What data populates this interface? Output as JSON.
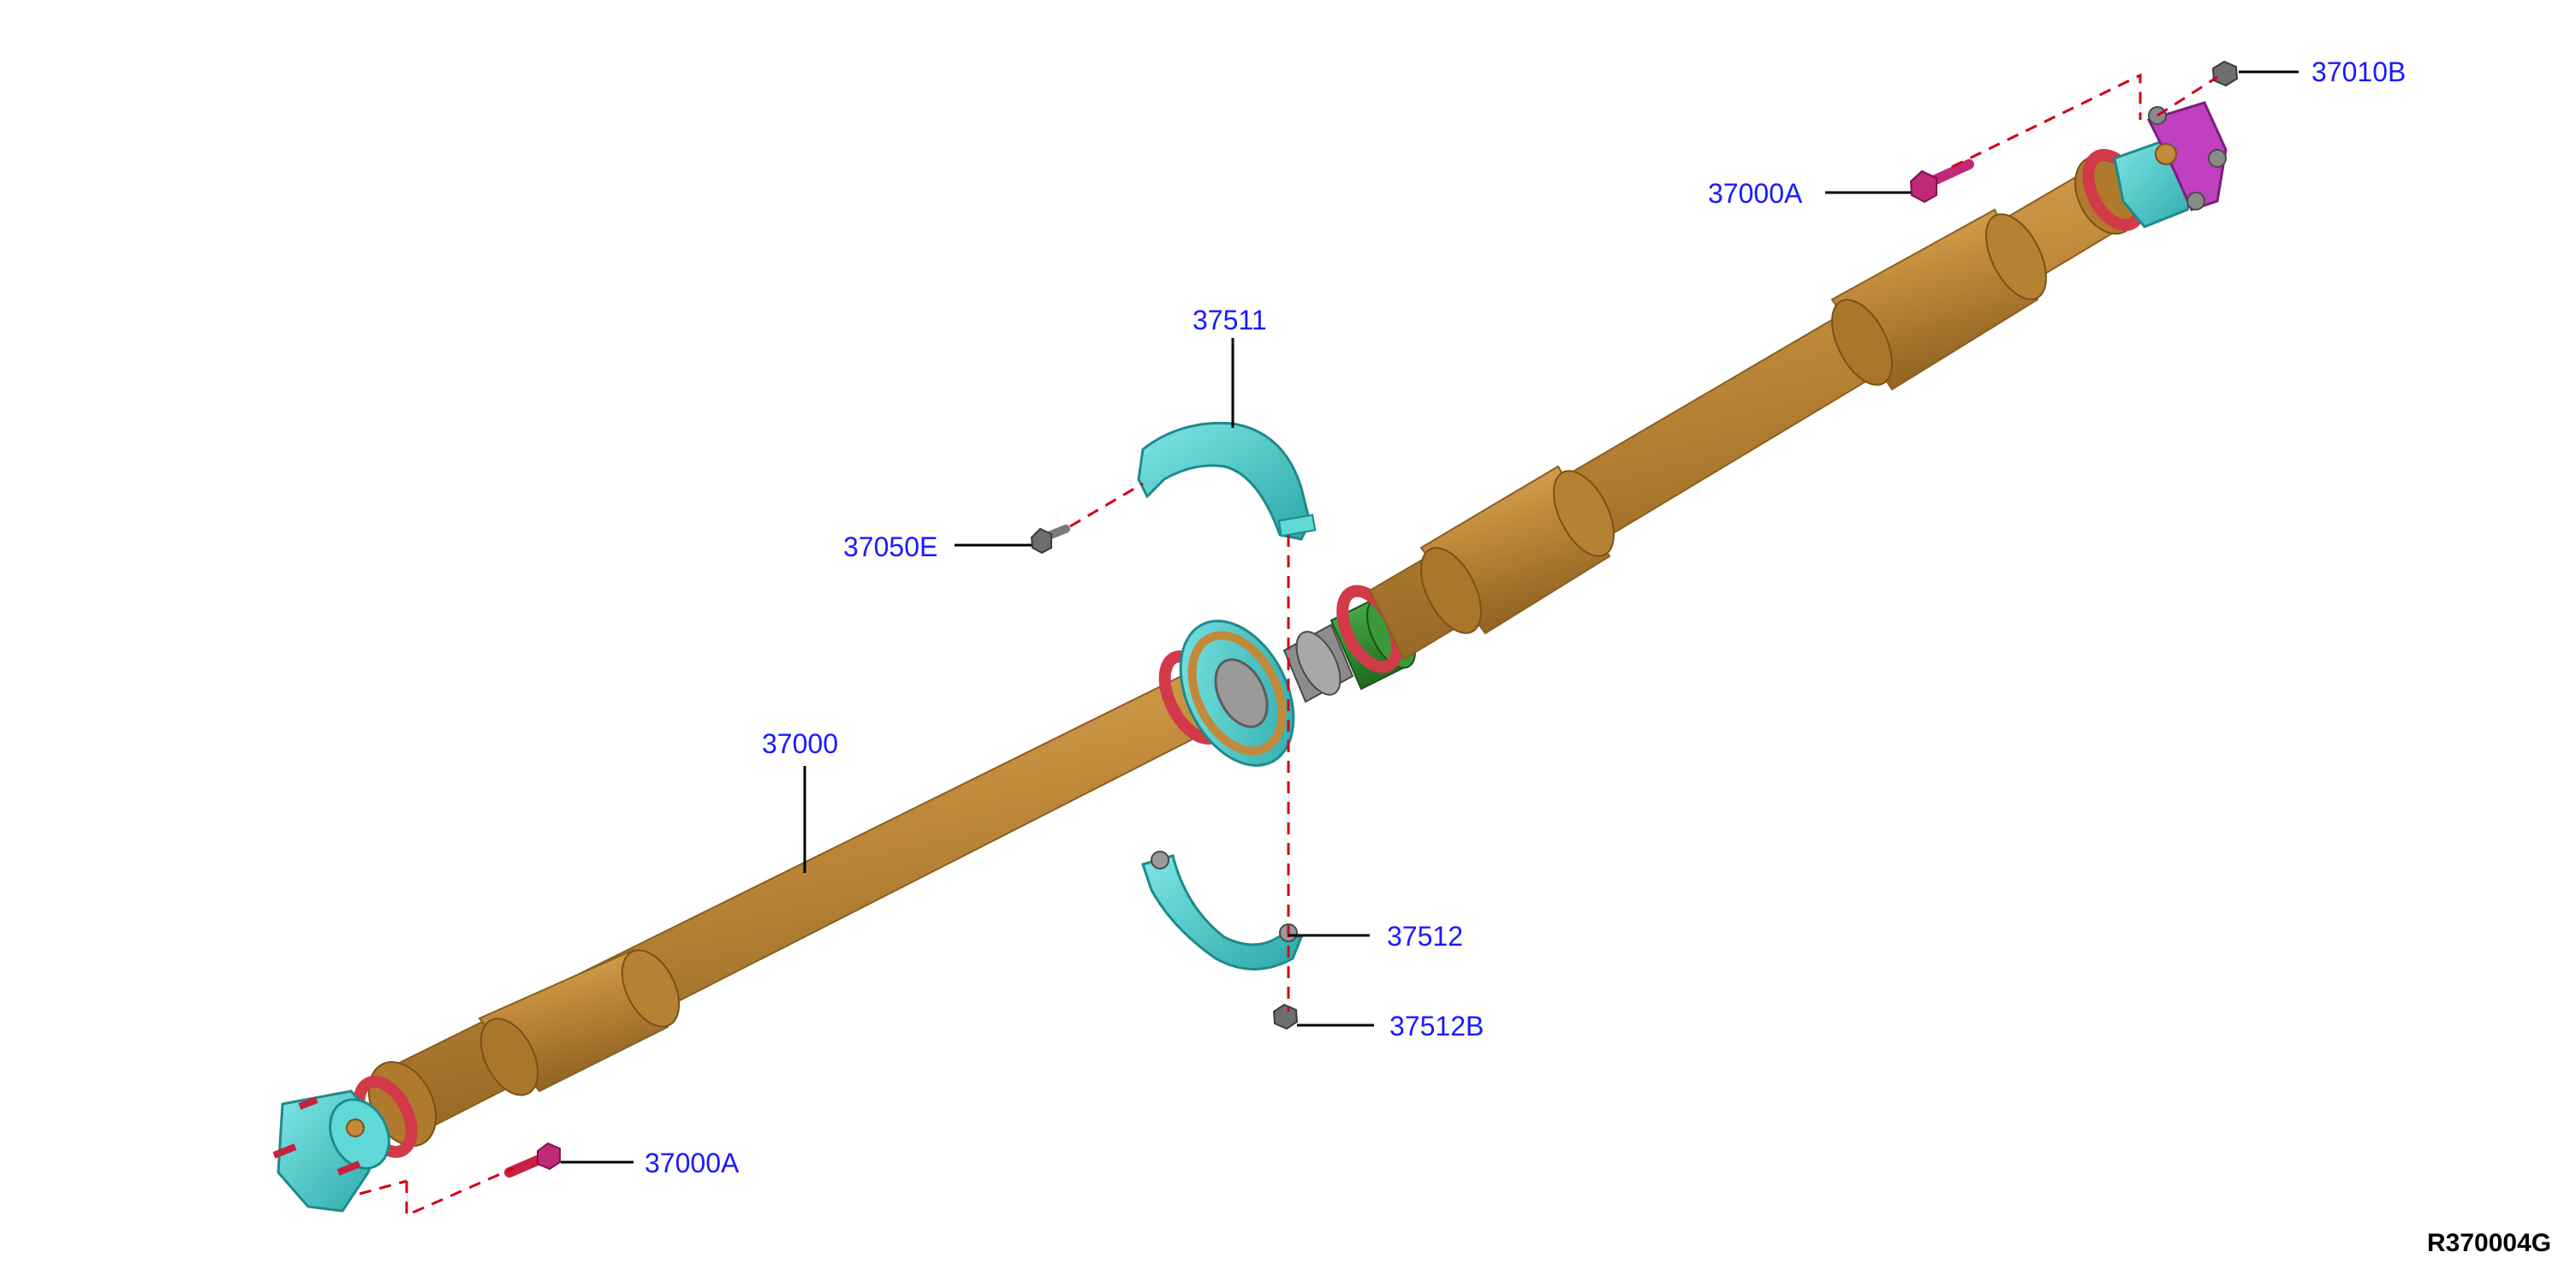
{
  "callouts": [
    {
      "id": "c1",
      "label": "37010B"
    },
    {
      "id": "c2",
      "label": "37000A"
    },
    {
      "id": "c3",
      "label": "37511"
    },
    {
      "id": "c4",
      "label": "37050E"
    },
    {
      "id": "c5",
      "label": "37000"
    },
    {
      "id": "c6",
      "label": "37512"
    },
    {
      "id": "c7",
      "label": "37512B"
    },
    {
      "id": "c8",
      "label": "37000A"
    }
  ],
  "diagram_code": "R370004G",
  "colors": {
    "shaft": "#c08a3a",
    "shaft_dark": "#8f6322",
    "yoke": "#3fc8c8",
    "flange_purple": "#c040c0",
    "seal_red": "#d23a4a",
    "bolt_magenta": "#c02878",
    "bolt_red": "#c82040",
    "nut_grey": "#707070",
    "boot_green": "#2e8b2e",
    "callout_blue": "#1a1aff",
    "dash_red": "#d0021b"
  }
}
